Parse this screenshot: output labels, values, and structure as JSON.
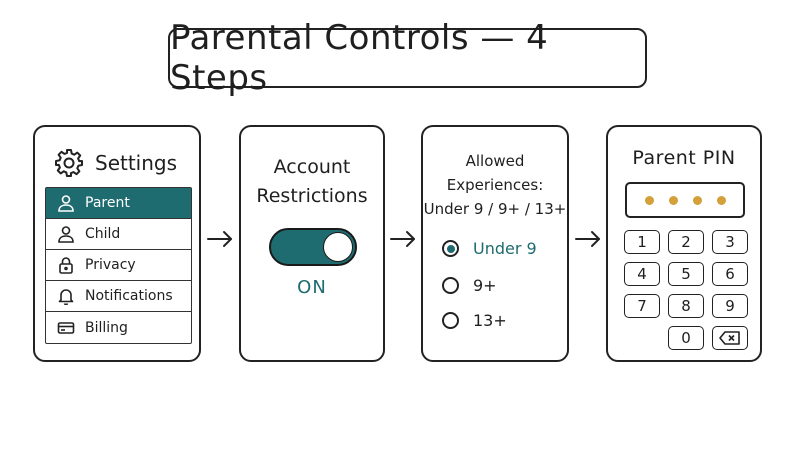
{
  "title": "Parental Controls — 4 Steps",
  "colors": {
    "accent": "#1e6b70",
    "pin_dot": "#d4a03a",
    "ink": "#222222"
  },
  "step1": {
    "heading": "Settings",
    "heading_icon": "gear-icon",
    "items": [
      {
        "label": "Parent",
        "icon": "person-icon",
        "active": true
      },
      {
        "label": "Child",
        "icon": "person-icon",
        "active": false
      },
      {
        "label": "Privacy",
        "icon": "lock-icon",
        "active": false
      },
      {
        "label": "Notifications",
        "icon": "bell-icon",
        "active": false
      },
      {
        "label": "Billing",
        "icon": "card-icon",
        "active": false
      }
    ]
  },
  "step2": {
    "title_line1": "Account",
    "title_line2": "Restrictions",
    "toggle_state": "ON"
  },
  "step3": {
    "title_line1": "Allowed",
    "title_line2": "Experiences:",
    "title_line3": "Under 9 / 9+ / 13+",
    "options": [
      {
        "label": "Under 9",
        "selected": true
      },
      {
        "label": "9+",
        "selected": false
      },
      {
        "label": "13+",
        "selected": false
      }
    ]
  },
  "step4": {
    "title": "Parent PIN",
    "pin_length": 4,
    "keys": [
      "1",
      "2",
      "3",
      "4",
      "5",
      "6",
      "7",
      "8",
      "9",
      "",
      "0",
      "⌫"
    ]
  }
}
